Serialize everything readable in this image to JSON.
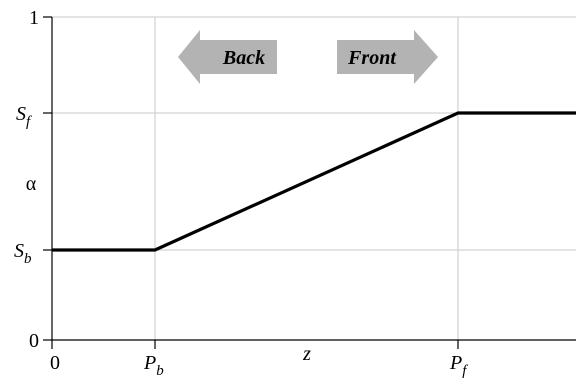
{
  "diagram": {
    "y_ticks": {
      "one": "1",
      "zero": "0",
      "s_f": {
        "base": "S",
        "sub": "f"
      },
      "s_b": {
        "base": "S",
        "sub": "b"
      }
    },
    "y_axis_symbol": "α",
    "x_ticks": {
      "zero": "0",
      "p_b": {
        "base": "P",
        "sub": "b"
      },
      "p_f": {
        "base": "P",
        "sub": "f"
      }
    },
    "x_axis_symbol": "z",
    "arrows": {
      "back": "Back",
      "front": "Front"
    },
    "colors": {
      "curve": "#000000",
      "grid": "#c8c8c8",
      "arrow_fill": "#b3b3b3"
    }
  }
}
